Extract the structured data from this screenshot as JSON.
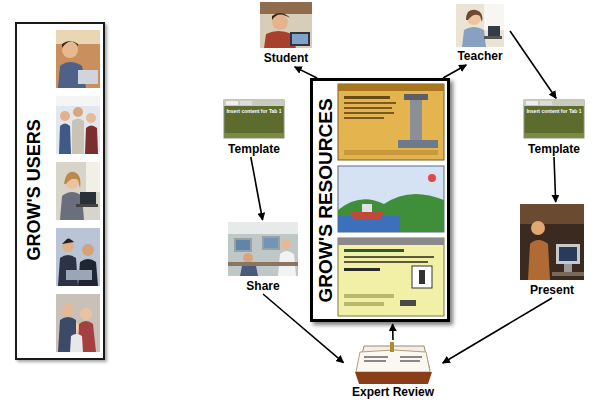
{
  "diagram": {
    "nodes": [
      {
        "text": [
          "GROW'S USERS"
        ]
      },
      {
        "text": [
          "Student"
        ]
      },
      {
        "text": [
          "Teacher"
        ]
      },
      {
        "text": [
          "Template"
        ]
      },
      {
        "text": [
          "GROW'S RESOURCES"
        ]
      },
      {
        "text": [
          "Template"
        ]
      },
      {
        "text": [
          "Share"
        ]
      },
      {
        "text": [
          "Present"
        ]
      },
      {
        "text": [
          "Expert Review"
        ]
      }
    ],
    "edges": [
      {
        "from": 4,
        "to": 1,
        "arrow": "to"
      },
      {
        "from": 4,
        "to": 2,
        "arrow": "to"
      },
      {
        "from": 2,
        "to": 5,
        "arrow": "to"
      },
      {
        "from": 5,
        "to": 7,
        "arrow": "to"
      },
      {
        "from": 3,
        "to": 6,
        "arrow": "to"
      },
      {
        "from": 6,
        "to": 8,
        "arrow": "to"
      },
      {
        "from": 7,
        "to": 8,
        "arrow": "to"
      },
      {
        "from": 8,
        "to": 4,
        "arrow": "to"
      }
    ],
    "labels": [
      "Insert content for Tab 1",
      "Insert content for Tab 1"
    ]
  }
}
